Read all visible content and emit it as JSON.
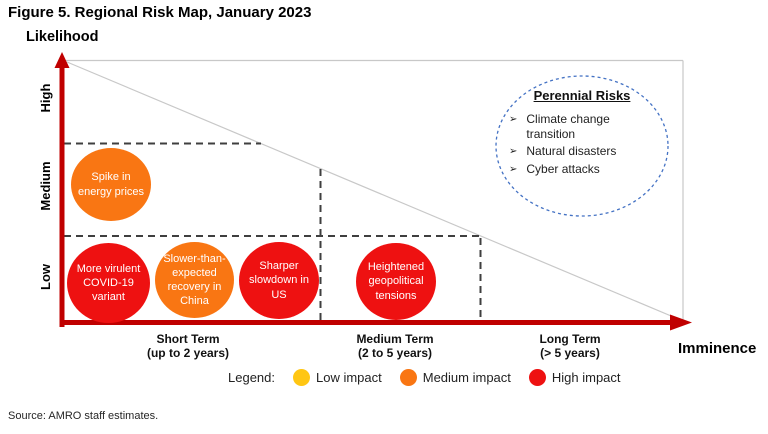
{
  "figure": {
    "title": "Figure 5. Regional Risk Map, January 2023",
    "source": "Source: AMRO staff estimates."
  },
  "axes": {
    "y_label": "Likelihood",
    "x_label": "Imminence",
    "y_ticks": [
      "High",
      "Medium",
      "Low"
    ],
    "x_ticks": [
      "Short Term\n(up to 2 years)",
      "Medium Term\n(2 to 5 years)",
      "Long Term\n(> 5 years)"
    ]
  },
  "bubbles": [
    {
      "label": "Spike in\nenergy prices",
      "impact": "Medium impact",
      "color": "#F97613"
    },
    {
      "label": "More virulent\nCOVID-19\nvariant",
      "impact": "High impact",
      "color": "#EE1111"
    },
    {
      "label": "Slower-than-\nexpected\nrecovery in\nChina",
      "impact": "Medium impact",
      "color": "#F97613"
    },
    {
      "label": "Sharper\nslowdown in\nUS",
      "impact": "High impact",
      "color": "#EE1111"
    },
    {
      "label": "Heightened\ngeopolitical\ntensions",
      "impact": "High impact",
      "color": "#EE1111"
    }
  ],
  "perennial": {
    "title": "Perennial Risks",
    "bullet": "➢",
    "items": [
      "Climate change transition",
      "Natural disasters",
      "Cyber attacks"
    ]
  },
  "legend": {
    "label": "Legend:",
    "items": [
      {
        "label": "Low impact",
        "color": "#FFC613"
      },
      {
        "label": "Medium impact",
        "color": "#F97613"
      },
      {
        "label": "High impact",
        "color": "#EE1111"
      }
    ]
  },
  "colors": {
    "axis": "#C00000",
    "grid": "#C8C8C8",
    "dashed": "#3F3F3F",
    "perennial_border": "#4472C4"
  },
  "chart_data": {
    "type": "scatter",
    "title": "Figure 5. Regional Risk Map, January 2023",
    "xlabel": "Imminence",
    "ylabel": "Likelihood",
    "x_categories": [
      "Short Term (up to 2 years)",
      "Medium Term (2 to 5 years)",
      "Long Term (> 5 years)"
    ],
    "y_categories": [
      "Low",
      "Medium",
      "High"
    ],
    "legend_position": "bottom",
    "legend": [
      {
        "label": "Low impact",
        "color": "#FFC613"
      },
      {
        "label": "Medium impact",
        "color": "#F97613"
      },
      {
        "label": "High impact",
        "color": "#EE1111"
      }
    ],
    "points": [
      {
        "label": "Spike in energy prices",
        "imminence": "Short Term (up to 2 years)",
        "likelihood": "Medium",
        "impact": "Medium impact"
      },
      {
        "label": "More virulent COVID-19 variant",
        "imminence": "Short Term (up to 2 years)",
        "likelihood": "Low",
        "impact": "High impact"
      },
      {
        "label": "Slower-than-expected recovery in China",
        "imminence": "Short Term (up to 2 years)",
        "likelihood": "Low",
        "impact": "Medium impact"
      },
      {
        "label": "Sharper slowdown in US",
        "imminence": "Short Term (up to 2 years)",
        "likelihood": "Low",
        "impact": "High impact"
      },
      {
        "label": "Heightened geopolitical tensions",
        "imminence": "Medium Term (2 to 5 years)",
        "likelihood": "Low",
        "impact": "High impact"
      }
    ],
    "annotations": {
      "perennial_risks": [
        "Climate change transition",
        "Natural disasters",
        "Cyber attacks"
      ]
    },
    "source": "Source: AMRO staff estimates."
  }
}
